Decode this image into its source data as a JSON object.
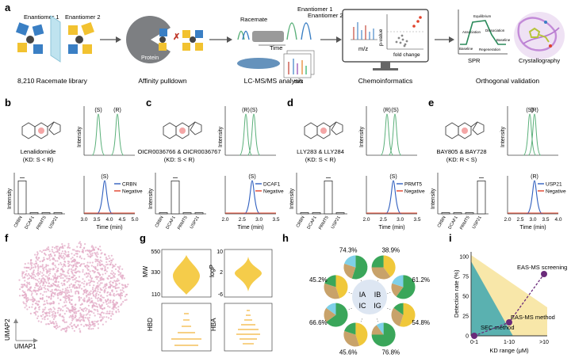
{
  "panel_letters": [
    "a",
    "b",
    "c",
    "d",
    "e",
    "f",
    "g",
    "h",
    "i"
  ],
  "colors": {
    "racemate_blue": "#3a7fc4",
    "racemate_yellow": "#f2c230",
    "crbn_line": "#2f5fbf",
    "negative_line": "#e0412a",
    "trace_green": "#5bb07a",
    "umap_pink": "#e2a8c4",
    "violin_yellow": "#f5cc4a",
    "pie_green": "#3aa65a",
    "pie_tan": "#c8a26a",
    "pie_cyan": "#7fd0e8",
    "pie_yellow": "#f0c83a",
    "scrn_yellow": "#f7e4a0",
    "scrn_teal": "#3ea7b2",
    "dot_purple": "#6a2a7a"
  },
  "panel_a": {
    "enantiomer1": "Enantiomer 1",
    "enantiomer2": "Enantiomer 2",
    "protein": "Protein",
    "racemate": "Racemate",
    "time": "Time",
    "mz": "m/z",
    "mz2": "m/z",
    "mz3": "m/z",
    "pvalue": "p-value",
    "fold_change": "fold change",
    "equilibrium": "Equilibrium",
    "association": "Association",
    "dissociation": "Dissociation",
    "baseline": "Baseline",
    "regeneration": "Regeneration",
    "baseline2": "Baseline",
    "spr": "SPR",
    "crystallography": "Crystallography",
    "step_labels": [
      "8,210 Racemate library",
      "Affinity pulldown",
      "LC-MS/MS analysis",
      "Chemoinformatics",
      "Orthogonal validation"
    ]
  },
  "panels_be": [
    {
      "letter": "b",
      "compound": "Lenalidomide",
      "kd": "(KD: S < R)",
      "peak_top": [
        "(S)",
        "(R)"
      ],
      "bottom_peak": "(S)",
      "target": "CRBN",
      "negative": "Negative",
      "bars": [
        0.8,
        0.03,
        0.03,
        0.03
      ],
      "bar_cats": [
        "CRBN",
        "DCAF1",
        "PRMT5",
        "USP21"
      ],
      "xticks": [
        "3.0",
        "3.5",
        "4.0",
        "4.5",
        "5.0"
      ],
      "xlabel": "Time (min)",
      "ylabel": "Intensity"
    },
    {
      "letter": "c",
      "compound": "OICR0036766 & OICR0036767",
      "kd": "(KD: S < R)",
      "peak_top": [
        "(R)",
        "(S)"
      ],
      "bottom_peak": "(S)",
      "target": "DCAF1",
      "negative": "Negative",
      "bars": [
        0.03,
        0.8,
        0.03,
        0.03
      ],
      "bar_cats": [
        "CRBN",
        "DCAF1",
        "PRMT5",
        "USP21"
      ],
      "xticks": [
        "2.0",
        "2.5",
        "3.0",
        "3.5"
      ],
      "xlabel": "Time (min)",
      "ylabel": "Intensity"
    },
    {
      "letter": "d",
      "compound": "LLY283 & LLY284",
      "kd": "(KD: S < R)",
      "peak_top": [
        "(R)",
        "(S)"
      ],
      "bottom_peak": "(S)",
      "target": "PRMT5",
      "negative": "Negative",
      "bars": [
        0.03,
        0.03,
        0.8,
        0.03
      ],
      "bar_cats": [
        "CRBN",
        "DCAF1",
        "PRMT5",
        "USP21"
      ],
      "xticks": [
        "2.0",
        "2.5",
        "3.0",
        "3.5"
      ],
      "xlabel": "Time (min)",
      "ylabel": "Intensity"
    },
    {
      "letter": "e",
      "compound": "BAY805 & BAY728",
      "kd": "(KD: R < S)",
      "peak_top": [
        "(S)",
        "(R)"
      ],
      "bottom_peak": "(R)",
      "target": "USP21",
      "negative": "Negative",
      "bars": [
        0.03,
        0.03,
        0.03,
        0.8
      ],
      "bar_cats": [
        "CRBN",
        "DCAF1",
        "PRMT5",
        "USP21"
      ],
      "xticks": [
        "2.0",
        "2.5",
        "3.0",
        "3.5",
        "4.0"
      ],
      "xlabel": "Time (min)",
      "ylabel": "Intensity"
    }
  ],
  "panel_f": {
    "xlabel": "UMAP1",
    "ylabel": "UMAP2"
  },
  "panel_g": {
    "violins": [
      {
        "label": "MW",
        "ticks": [
          "550",
          "330",
          "110"
        ]
      },
      {
        "label": "logP",
        "ticks": [
          "10",
          "2",
          "-6"
        ]
      },
      {
        "label": "HBD",
        "ticks": []
      },
      {
        "label": "HBA",
        "ticks": []
      }
    ]
  },
  "panel_h": {
    "center_labels": [
      "IA",
      "IB",
      "IC",
      "IG"
    ],
    "pie_percents": [
      "74.3%",
      "38.9%",
      "61.2%",
      "54.8%",
      "76.8%",
      "45.6%",
      "66.6%",
      "45.2%"
    ]
  },
  "chart_data": {
    "type": "line",
    "xlabel": "KD range (μM)",
    "ylabel": "Detection rate (%)",
    "categories": [
      "0-1",
      "1-10",
      ">10"
    ],
    "yticks": [
      "0",
      "25",
      "50",
      "75",
      "100"
    ],
    "ylim": [
      0,
      100
    ],
    "series": [
      {
        "name": "EAS-MS screening",
        "values": [
          0,
          17,
          78
        ]
      }
    ],
    "annotations": [
      "EAS-MS screening",
      "EAS-MS method",
      "SEC method"
    ]
  }
}
